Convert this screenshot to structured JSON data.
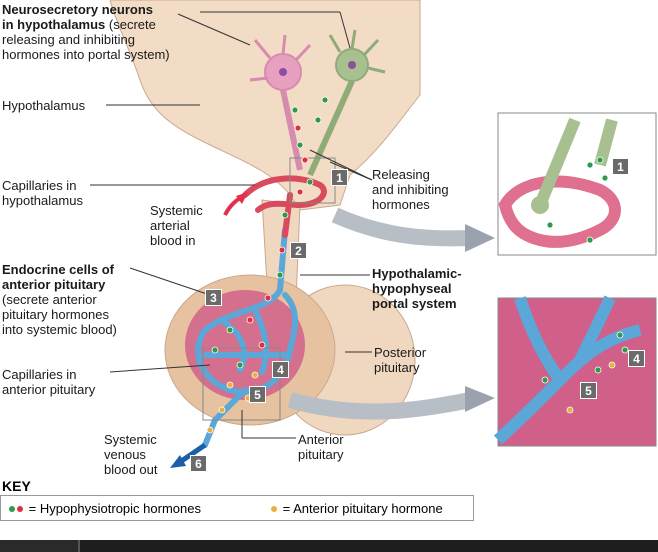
{
  "labels": {
    "neurons_title": "Neurosecretory neurons",
    "neurons_title2": "in hypothalamus",
    "neurons_desc1": " (secrete",
    "neurons_desc2": "releasing and inhibiting",
    "neurons_desc3": "hormones into portal system)",
    "hypothalamus": "Hypothalamus",
    "cap_hyp1": "Capillaries in",
    "cap_hyp2": "hypothalamus",
    "systemic_in1": "Systemic",
    "systemic_in2": "arterial",
    "systemic_in3": "blood in",
    "releasing1": "Releasing",
    "releasing2": "and inhibiting",
    "releasing3": "hormones",
    "endocrine1": "Endocrine cells of",
    "endocrine2": "anterior pituitary",
    "endocrine3": "(secrete anterior",
    "endocrine4": "pituitary hormones",
    "endocrine5": "into systemic blood)",
    "portal1": "Hypothalamic-",
    "portal2": "hypophyseal",
    "portal3": "portal system",
    "cap_ant1": "Capillaries in",
    "cap_ant2": "anterior pituitary",
    "posterior1": "Posterior",
    "posterior2": "pituitary",
    "anterior1": "Anterior",
    "anterior2": "pituitary",
    "venous1": "Systemic",
    "venous2": "venous",
    "venous3": "blood out"
  },
  "steps": [
    "1",
    "2",
    "3",
    "4",
    "5",
    "6",
    "1",
    "4",
    "5"
  ],
  "key": {
    "title": "KEY",
    "hypophysiotropic": "= Hypophysiotropic hormones",
    "anterior_hormone": "= Anterior pituitary hormone"
  },
  "colors": {
    "neuron_pink": "#e8a0c0",
    "neuron_green": "#a8c090",
    "hypothalamus_fill": "#f3dcc5",
    "pituitary_fill": "#f0d7bf",
    "artery_red": "#d94a5c",
    "capillary_blue": "#5aa7d8",
    "endocrine_pink": "#d0608a",
    "arrow_gray": "#9aa3ad",
    "green_dot": "#2e9a4a",
    "red_dot": "#e03040",
    "yellow_dot": "#e8b040"
  }
}
